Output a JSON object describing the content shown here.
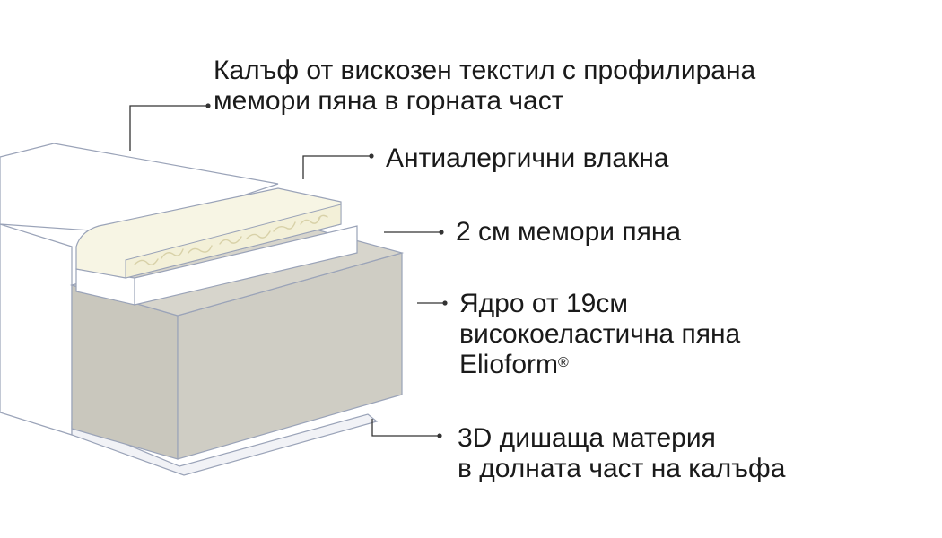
{
  "labels": {
    "cover": {
      "line1": "Калъф от вискозен текстил с профилирана",
      "line2": "мемори пяна в горната част"
    },
    "fibers": {
      "line1": "Антиалергични влакна"
    },
    "memory_foam": {
      "line1": "2 см мемори пяна"
    },
    "core": {
      "line1": "Ядро от 19см",
      "line2": "високоеластична пяна",
      "line3": "Elioform",
      "line3_mark": "®"
    },
    "bottom": {
      "line1": "3D дишаща материя",
      "line2": "в долната част на калъфа"
    }
  },
  "colors": {
    "outline": "#9aa3b8",
    "leader": "#333333",
    "core_front": "#c9c7bd",
    "core_side": "#cfcdc4",
    "fiber_layer": "#f7f5e4",
    "memory_layer": "#ffffff",
    "cover": "#ffffff",
    "bottom_fabric": "#f1f2f6"
  }
}
